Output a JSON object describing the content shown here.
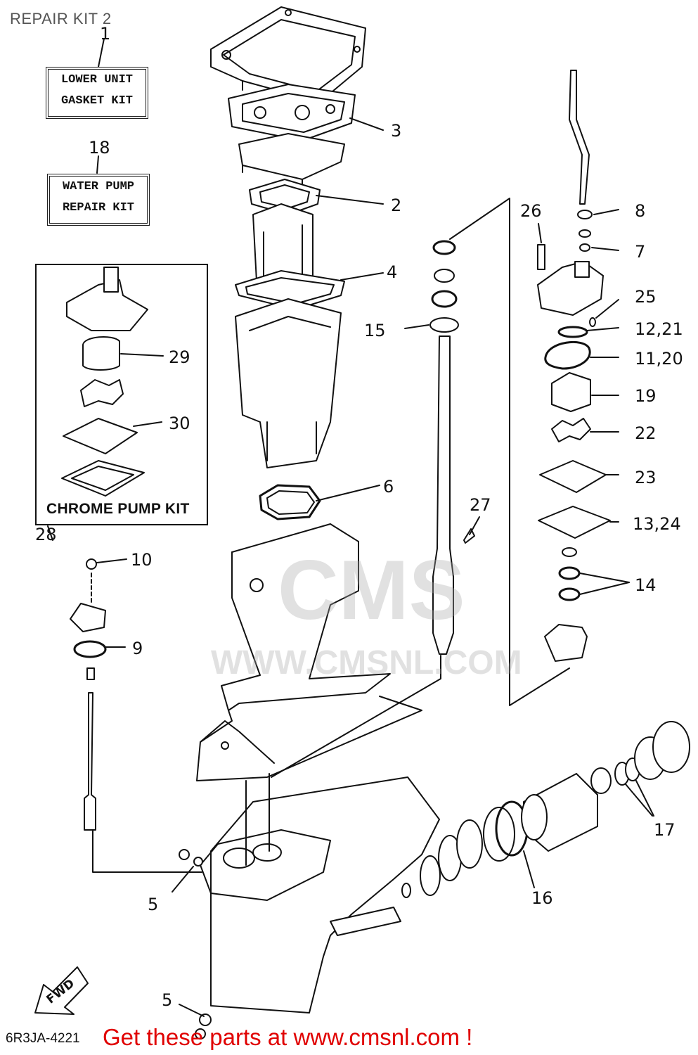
{
  "title": "REPAIR KIT 2",
  "kits": {
    "gasket_kit": {
      "number": "1",
      "line1": "LOWER UNIT",
      "line2": "GASKET KIT"
    },
    "water_pump_kit": {
      "number": "18",
      "line1": "WATER PUMP",
      "line2": "REPAIR KIT"
    },
    "chrome_pump_kit": {
      "number": "28",
      "label": "CHROME PUMP KIT"
    }
  },
  "callouts": {
    "c2": "2",
    "c3": "3",
    "c4": "4",
    "c5a": "5",
    "c5b": "5",
    "c6": "6",
    "c7": "7",
    "c8": "8",
    "c9": "9",
    "c10": "10",
    "c11_20": "11,20",
    "c12_21": "12,21",
    "c13_24": "13,24",
    "c14": "14",
    "c15": "15",
    "c16": "16",
    "c17": "17",
    "c19": "19",
    "c22": "22",
    "c23": "23",
    "c25": "25",
    "c26": "26",
    "c27": "27",
    "c29": "29",
    "c30": "30"
  },
  "fwd_label": "FWD",
  "watermark": {
    "logo": "CMS",
    "url": "WWW.CMSNL.COM"
  },
  "footer": {
    "code": "6R3JA-4221",
    "link_text": "Get these parts at www.cmsnl.com !"
  },
  "colors": {
    "line": "#111111",
    "link": "#e00000",
    "watermark": "#aaaaaa"
  }
}
